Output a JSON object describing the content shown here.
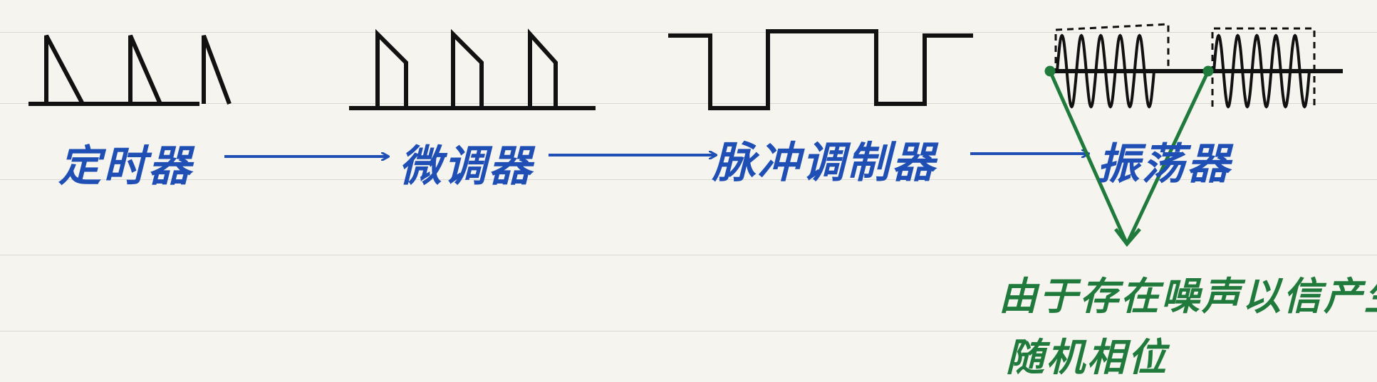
{
  "colors": {
    "paper": "#f5f4ef",
    "rule": "#d9d8d2",
    "ink_black": "#111111",
    "ink_blue": "#1f4fb4",
    "ink_green": "#1f7a3c"
  },
  "stages": [
    {
      "label": "定时器",
      "waveform": "sawtooth"
    },
    {
      "label": "微调器",
      "waveform": "clipped-sawtooth"
    },
    {
      "label": "脉冲调制器",
      "waveform": "square"
    },
    {
      "label": "振荡器",
      "waveform": "gated-sine"
    }
  ],
  "note": {
    "line1": "由于存在噪声以信产生",
    "line2": "随机相位"
  }
}
